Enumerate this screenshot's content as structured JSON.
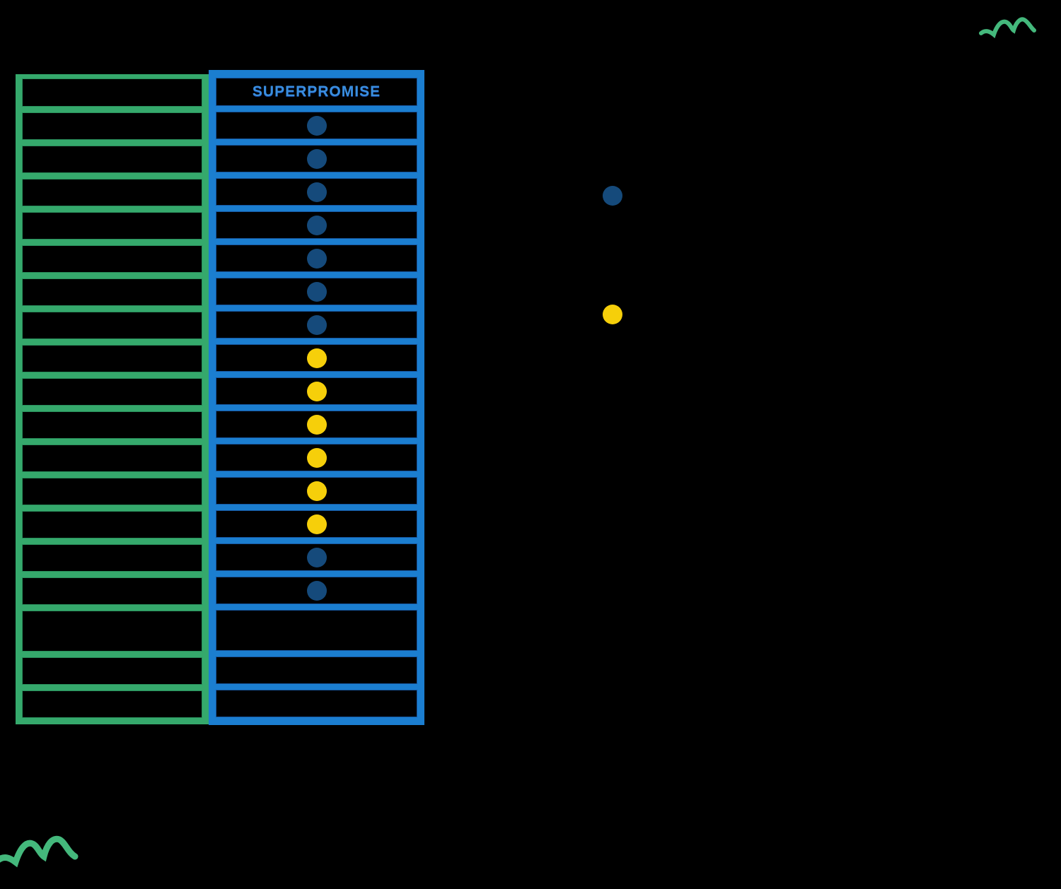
{
  "page": {
    "background": "#000000"
  },
  "colors": {
    "background": "#000000",
    "green": "#35a96c",
    "blue": "#1b7ed0",
    "navy": "#154a7b",
    "yellow": "#f6cf0a",
    "header_text": "#3a8ede",
    "squiggle": "#44b87c"
  },
  "comparison_table": {
    "superpromise_header": "SUPERPROMISE",
    "rows": [
      {
        "superpromise_dot": "navy"
      },
      {
        "superpromise_dot": "navy"
      },
      {
        "superpromise_dot": "navy"
      },
      {
        "superpromise_dot": "navy"
      },
      {
        "superpromise_dot": "navy"
      },
      {
        "superpromise_dot": "navy"
      },
      {
        "superpromise_dot": "navy"
      },
      {
        "superpromise_dot": "yellow"
      },
      {
        "superpromise_dot": "yellow"
      },
      {
        "superpromise_dot": "yellow"
      },
      {
        "superpromise_dot": "yellow"
      },
      {
        "superpromise_dot": "yellow"
      },
      {
        "superpromise_dot": "yellow"
      },
      {
        "superpromise_dot": "navy"
      },
      {
        "superpromise_dot": "navy"
      },
      {
        "superpromise_dot": "none",
        "tall": true
      },
      {
        "superpromise_dot": "none"
      },
      {
        "superpromise_dot": "none"
      }
    ]
  },
  "legend": {
    "items": [
      {
        "dot_color": "navy"
      },
      {
        "dot_color": "yellow"
      }
    ]
  },
  "decorations": {
    "squiggles": [
      {
        "position": "top-right"
      },
      {
        "position": "bottom-left"
      }
    ]
  }
}
